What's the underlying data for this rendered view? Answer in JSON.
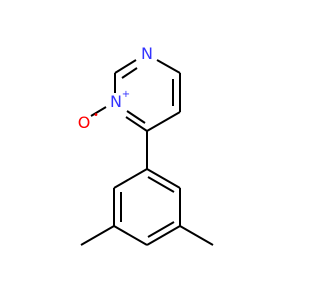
{
  "molecule": {
    "colors": {
      "bond": "#000000",
      "nitrogen": "#3333ff",
      "oxygen": "#ff0000",
      "background": "#ffffff"
    },
    "atoms": {
      "n1": {
        "symbol": "N"
      },
      "n3": {
        "symbol": "N",
        "charge": "+"
      },
      "o": {
        "symbol": "O",
        "radical": "•"
      }
    }
  }
}
